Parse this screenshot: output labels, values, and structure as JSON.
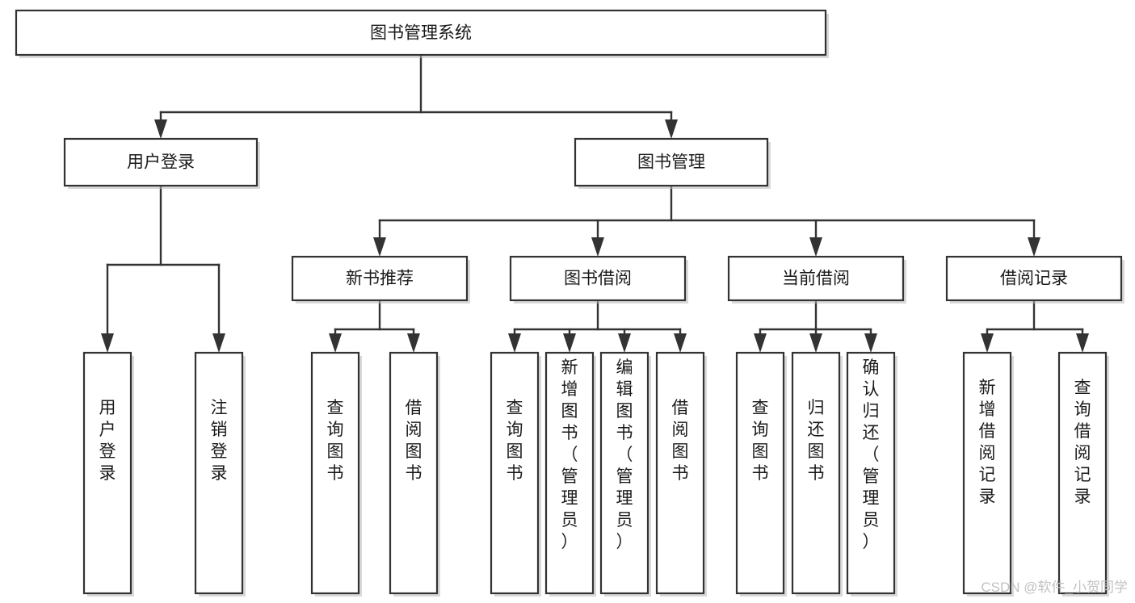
{
  "diagram": {
    "title": "图书管理系统",
    "type": "tree-hierarchy",
    "orientation": "top-down",
    "root": {
      "id": "root",
      "label": "图书管理系统",
      "level": 0
    },
    "level2": [
      {
        "id": "user-login",
        "label": "用户登录"
      },
      {
        "id": "book-manage",
        "label": "图书管理"
      }
    ],
    "level3": [
      {
        "id": "new-book-rec",
        "label": "新书推荐",
        "parent": "book-manage"
      },
      {
        "id": "book-borrow",
        "label": "图书借阅",
        "parent": "book-manage"
      },
      {
        "id": "current-borrow",
        "label": "当前借阅",
        "parent": "book-manage"
      },
      {
        "id": "borrow-record",
        "label": "借阅记录",
        "parent": "book-manage"
      }
    ],
    "leaves": {
      "user-login": [
        {
          "id": "leaf-user-login",
          "label": "用户登录"
        },
        {
          "id": "leaf-logout",
          "label": "注销登录"
        }
      ],
      "new-book-rec": [
        {
          "id": "leaf-query-book-1",
          "label": "查询图书"
        },
        {
          "id": "leaf-borrow-book-1",
          "label": "借阅图书"
        }
      ],
      "book-borrow": [
        {
          "id": "leaf-query-book-2",
          "label": "查询图书"
        },
        {
          "id": "leaf-add-book",
          "label": "新增图书（管理员）"
        },
        {
          "id": "leaf-edit-book",
          "label": "编辑图书（管理员）"
        },
        {
          "id": "leaf-borrow-book-2",
          "label": "借阅图书"
        }
      ],
      "current-borrow": [
        {
          "id": "leaf-query-book-3",
          "label": "查询图书"
        },
        {
          "id": "leaf-return-book",
          "label": "归还图书"
        },
        {
          "id": "leaf-confirm-return",
          "label": "确认归还（管理员）"
        }
      ],
      "borrow-record": [
        {
          "id": "leaf-add-record",
          "label": "新增借阅记录"
        },
        {
          "id": "leaf-query-record",
          "label": "查询借阅记录"
        }
      ]
    }
  },
  "watermark": {
    "text": "CSDN @软件_小贺同学"
  },
  "colors": {
    "box_stroke": "#333333",
    "box_fill": "#ffffff",
    "text": "#1a1a1a",
    "background": "#ffffff",
    "watermark": "#c2c2c2"
  }
}
